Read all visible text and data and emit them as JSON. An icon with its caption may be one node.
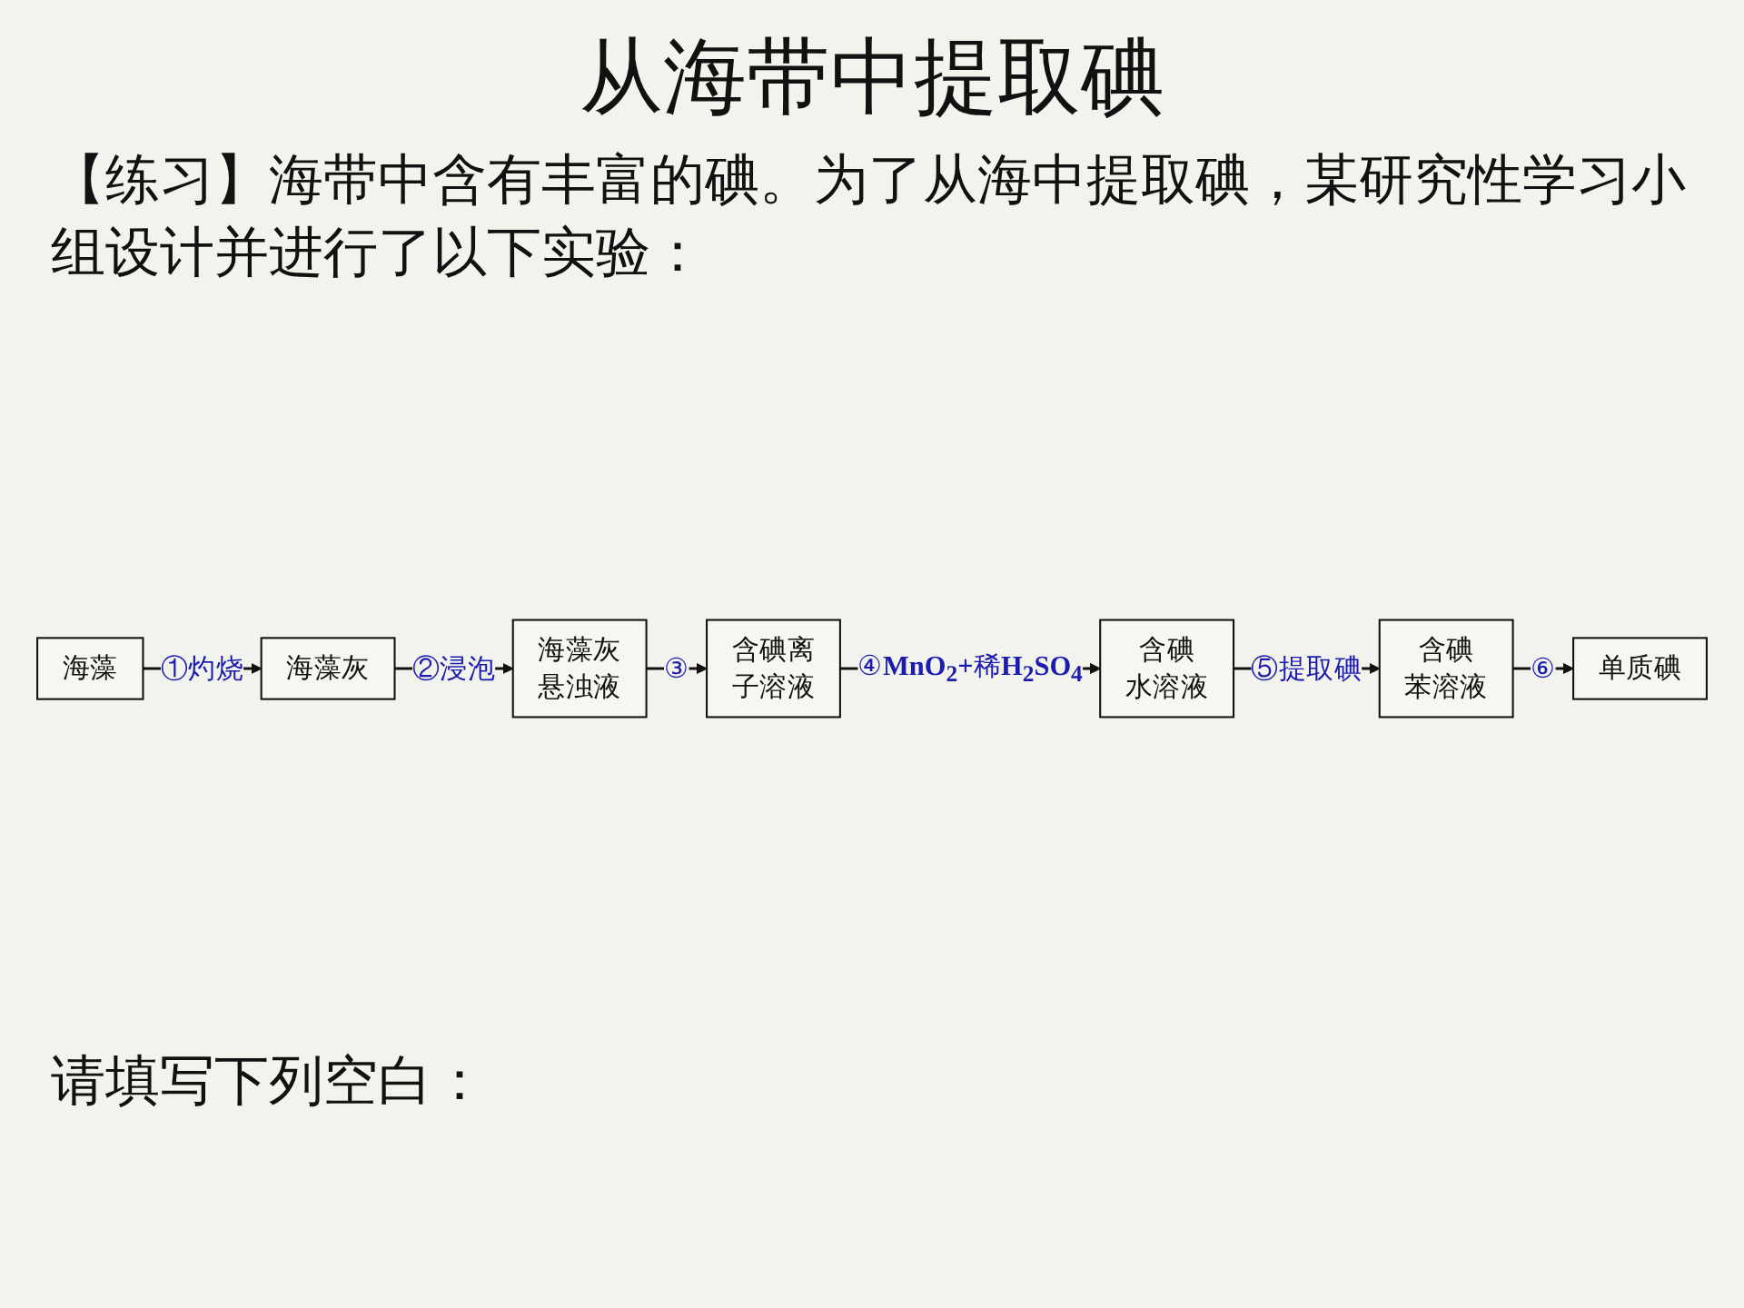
{
  "diagram": {
    "title": "从海带中提取碘",
    "nodes": [
      {
        "text": [
          "海藻"
        ]
      },
      {
        "text": [
          "海藻灰"
        ]
      },
      {
        "text": [
          "海藻灰悬浊液"
        ]
      },
      {
        "text": [
          "含碘离子溶液"
        ]
      },
      {
        "text": [
          "含碘水溶液"
        ]
      },
      {
        "text": [
          "含碘苯溶液"
        ]
      },
      {
        "text": [
          "单质碘"
        ]
      }
    ],
    "edges": [
      {
        "from": 0,
        "to": 1,
        "arrow": "to",
        "label": "①灼烧"
      },
      {
        "from": 1,
        "to": 2,
        "arrow": "to",
        "label": "②浸泡"
      },
      {
        "from": 2,
        "to": 3,
        "arrow": "to",
        "label": "③"
      },
      {
        "from": 3,
        "to": 4,
        "arrow": "to",
        "label": "④**MnO$_{2}$+**稀**H$_{2}$SO$_{4}$**"
      },
      {
        "from": 4,
        "to": 5,
        "arrow": "to",
        "label": "⑤提取碘"
      },
      {
        "from": 5,
        "to": 6,
        "arrow": "to",
        "label": "⑥"
      }
    ],
    "labels": [
      "【练习】海带中含有丰富的碘。为了从海中提取碘，某研究性学习小组设计并进行了以下实验：",
      "请填写下列空白："
    ]
  }
}
